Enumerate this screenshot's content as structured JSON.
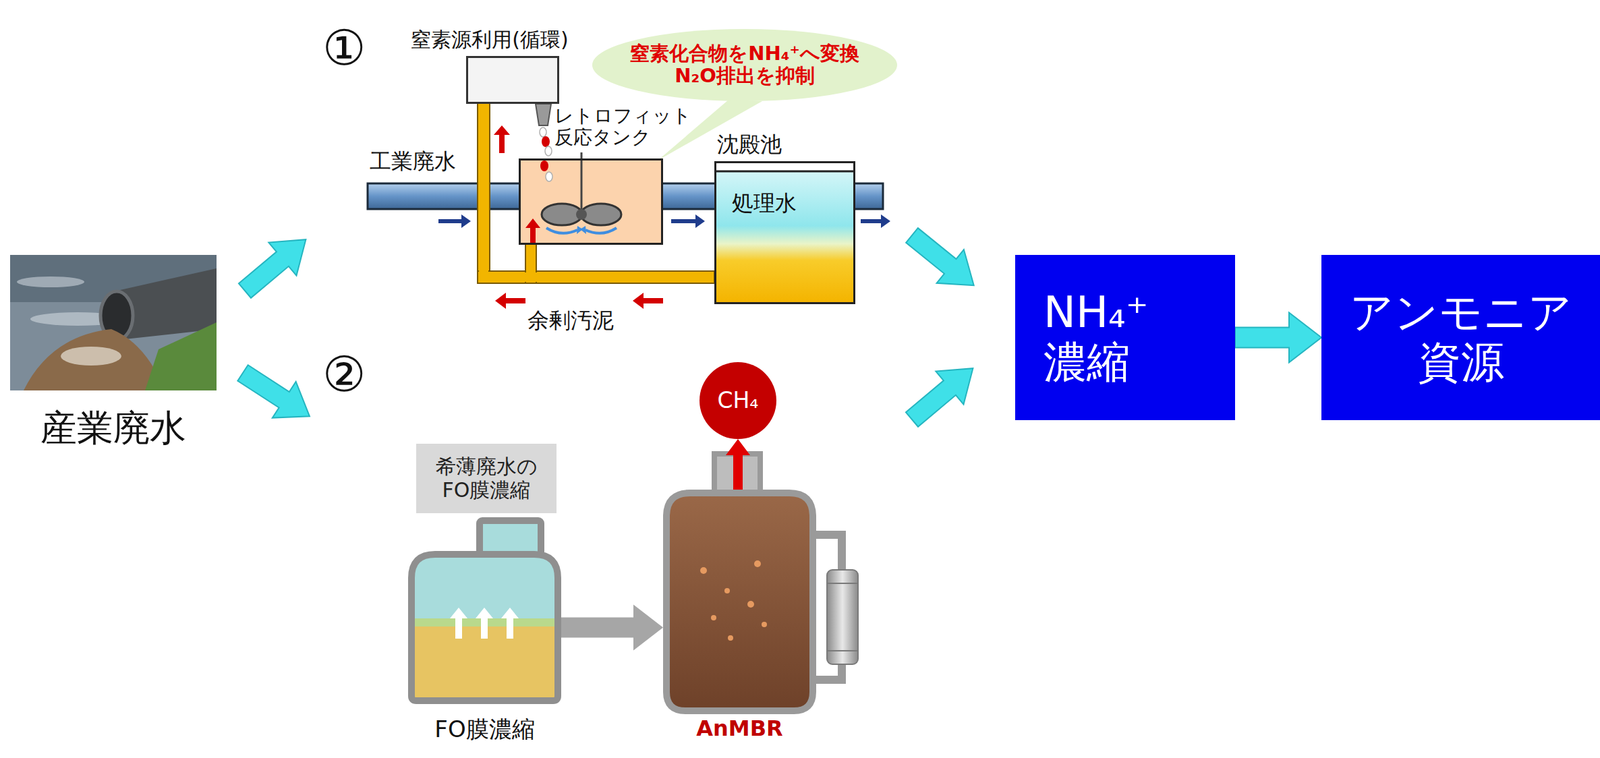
{
  "diagram": {
    "nodes": [
      {
        "text": [
          "産業廃水"
        ]
      },
      {
        "text": [
          "窒素源利用(循環)"
        ]
      },
      {
        "text": [
          "窒素化合物をNH₄⁺へ変換 N₂O排出を抑制"
        ]
      },
      {
        "text": [
          "レトロフィット 反応タンク"
        ]
      },
      {
        "text": [
          "沈殿池",
          "処理水"
        ]
      },
      {
        "text": [
          "希薄廃水の FO膜濃縮"
        ]
      },
      {
        "text": [
          "FO膜濃縮"
        ]
      },
      {
        "text": [
          "CH₄"
        ]
      },
      {
        "text": [
          "AnMBR"
        ]
      },
      {
        "text": [
          "NH₄⁺ 濃縮"
        ]
      },
      {
        "text": [
          "アンモニア 資源"
        ]
      }
    ],
    "edges": [
      {
        "from": 6,
        "to": 8,
        "arrow": "to"
      },
      {
        "from": 8,
        "to": 7,
        "arrow": "to"
      },
      {
        "from": 9,
        "to": 10,
        "arrow": "to"
      }
    ],
    "labels": [
      "①",
      "工業廃水",
      "余剰汚泥",
      "②"
    ]
  }
}
